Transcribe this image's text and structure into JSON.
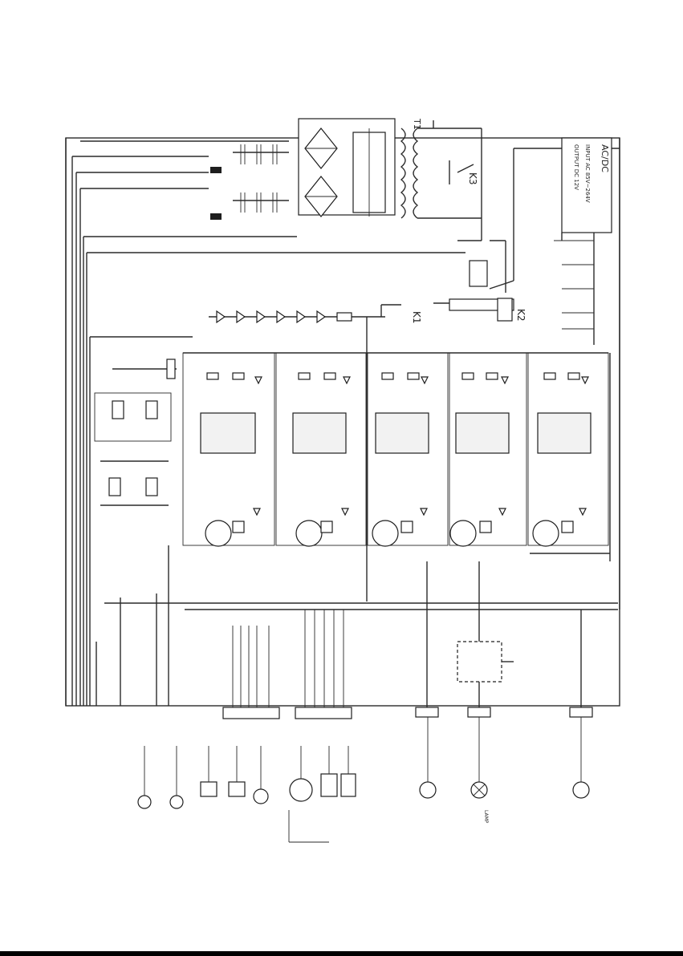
{
  "diagram": {
    "psu_label_1": "AC/DC",
    "psu_label_2": "INPUT AC 85V~264V",
    "psu_label_3": "OUTPUT DC 12V",
    "k1": "K1",
    "k2": "K2",
    "k3": "K3",
    "t1": "T1",
    "ic_channels": 5,
    "lamp": "LAMP"
  },
  "colors": {
    "ink": "#1e1e1e",
    "paper": "#ffffff",
    "rule": "#000000"
  }
}
